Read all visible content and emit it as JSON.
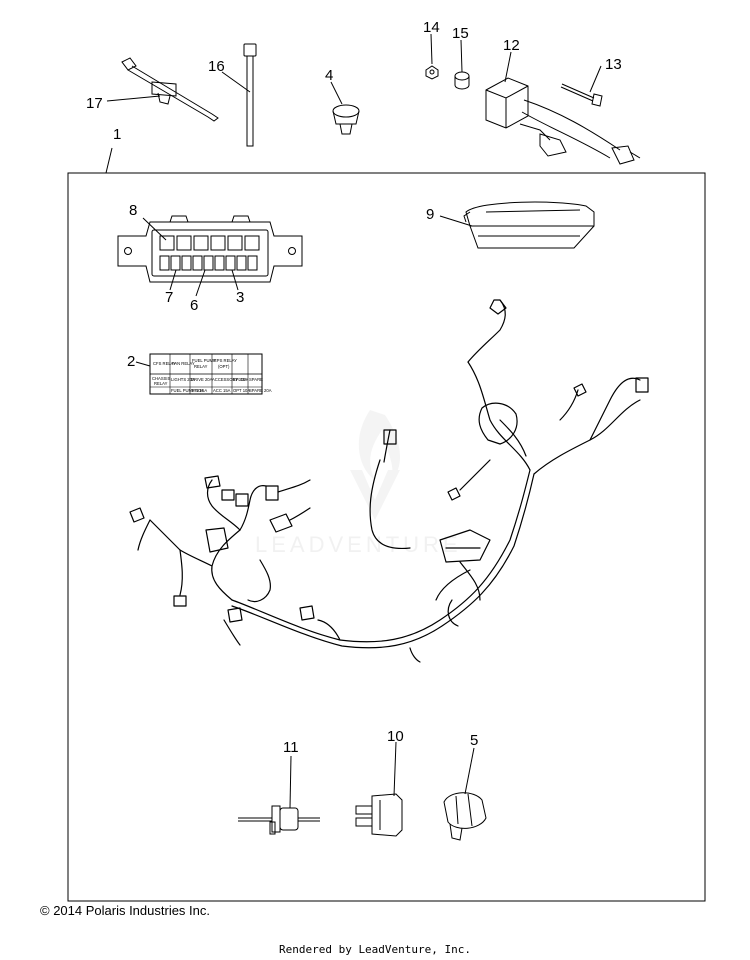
{
  "callouts": {
    "c1": "1",
    "c2": "2",
    "c3": "3",
    "c4": "4",
    "c5": "5",
    "c6": "6",
    "c7": "7",
    "c8": "8",
    "c9": "9",
    "c10": "10",
    "c11": "11",
    "c12": "12",
    "c13": "13",
    "c14": "14",
    "c15": "15",
    "c16": "16",
    "c17": "17"
  },
  "relay_label": {
    "r1c1": "CFS RELAY",
    "r1c2": "FAN RELAY",
    "r1c3a": "FUEL PUMP",
    "r1c3b": "RELAY",
    "r1c4a": "EPS RELAY",
    "r1c4b": "(OPT)",
    "r2c1a": "CHASSIS",
    "r2c1b": "RELAY",
    "r2c2": "LIGHTS 20A",
    "r2c3": "DRIVE 20A",
    "r2c4": "ACCESSORY 20A",
    "r2c5": "EFI 10A",
    "r2c6": "SPARE",
    "r3c2": "FUEL PUMP 10A",
    "r3c3": "EFI 15A",
    "r3c4": "ACC 15A",
    "r3c5": "OPT 10A",
    "r3c6": "SPARE 20A"
  },
  "watermark": "LEADVENTURE",
  "footer": {
    "copyright": "© 2014 Polaris Industries Inc.",
    "rendered_by": "Rendered by LeadVenture, Inc."
  }
}
